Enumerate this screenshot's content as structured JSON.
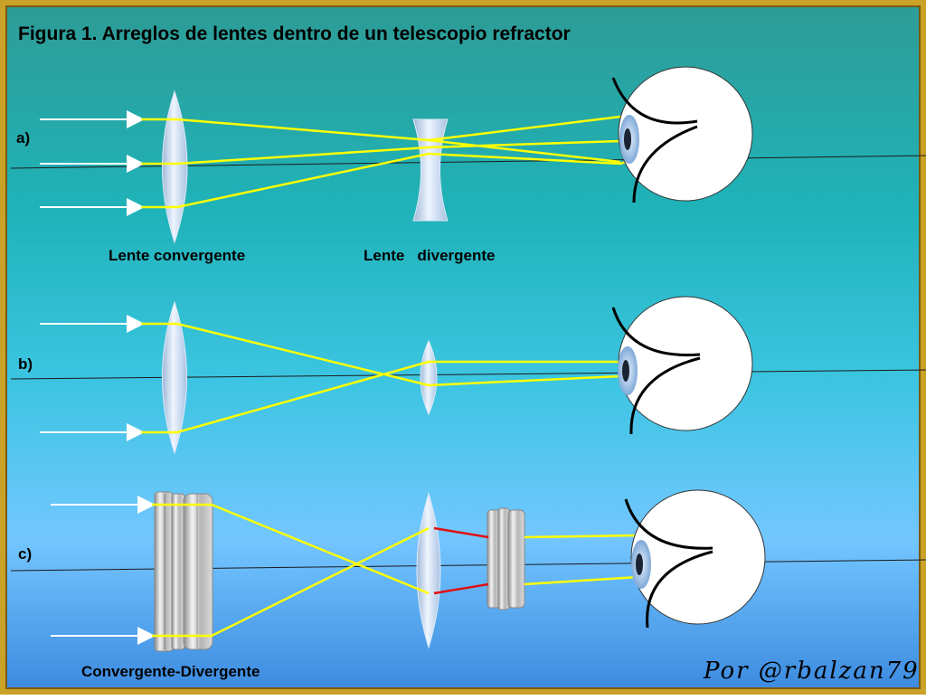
{
  "title": "Figura 1. Arreglos de lentes dentro de un telescopio refractor",
  "panels": {
    "a": {
      "marker": "a)",
      "label_left": "Lente convergente",
      "label_right": "Lente   divergente"
    },
    "b": {
      "marker": "b)"
    },
    "c": {
      "marker": "c)",
      "label_left": "Convergente-Divergente"
    }
  },
  "credit": "Por @rbalzan79",
  "colors": {
    "ray": "#ffff00",
    "ray_red": "#e01010",
    "arrow": "#ffffff",
    "frame": "#c9a227",
    "bg_top": "#2e9c96",
    "bg_bottom": "#3d8be0"
  }
}
